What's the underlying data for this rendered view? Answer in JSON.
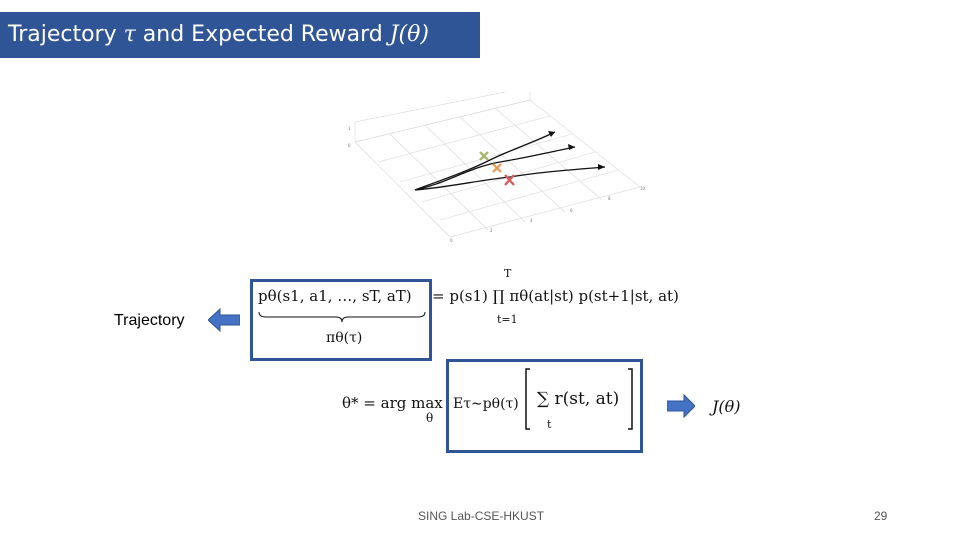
{
  "slide": {
    "title_prefix": "Trajectory ",
    "title_tau": "τ",
    "title_middle": " and Expected Reward ",
    "title_j": "J(θ)",
    "trajectory_label": "Trajectory",
    "equations": {
      "joint_lhs": "pθ(s1, a1, …, sT, aT)",
      "joint_rhs": "= p(s1) ∏ πθ(at|st) p(st+1|st, at)",
      "prod_top": "T",
      "prod_bottom": "t=1",
      "underbrace": "πθ(τ)",
      "theta_star": "θ* = arg max",
      "argmax_sub": "θ",
      "expectation": "Eτ∼pθ(τ)",
      "sum_term": "∑ r(st, at)",
      "sum_sub": "t",
      "j_theta": "J(θ)"
    },
    "footer_center": "SING Lab-CSE-HKUST",
    "page_number": "29",
    "colors": {
      "title_bg": "#2f5597",
      "box": "#2f5597",
      "arrow": "#4472c4"
    }
  }
}
